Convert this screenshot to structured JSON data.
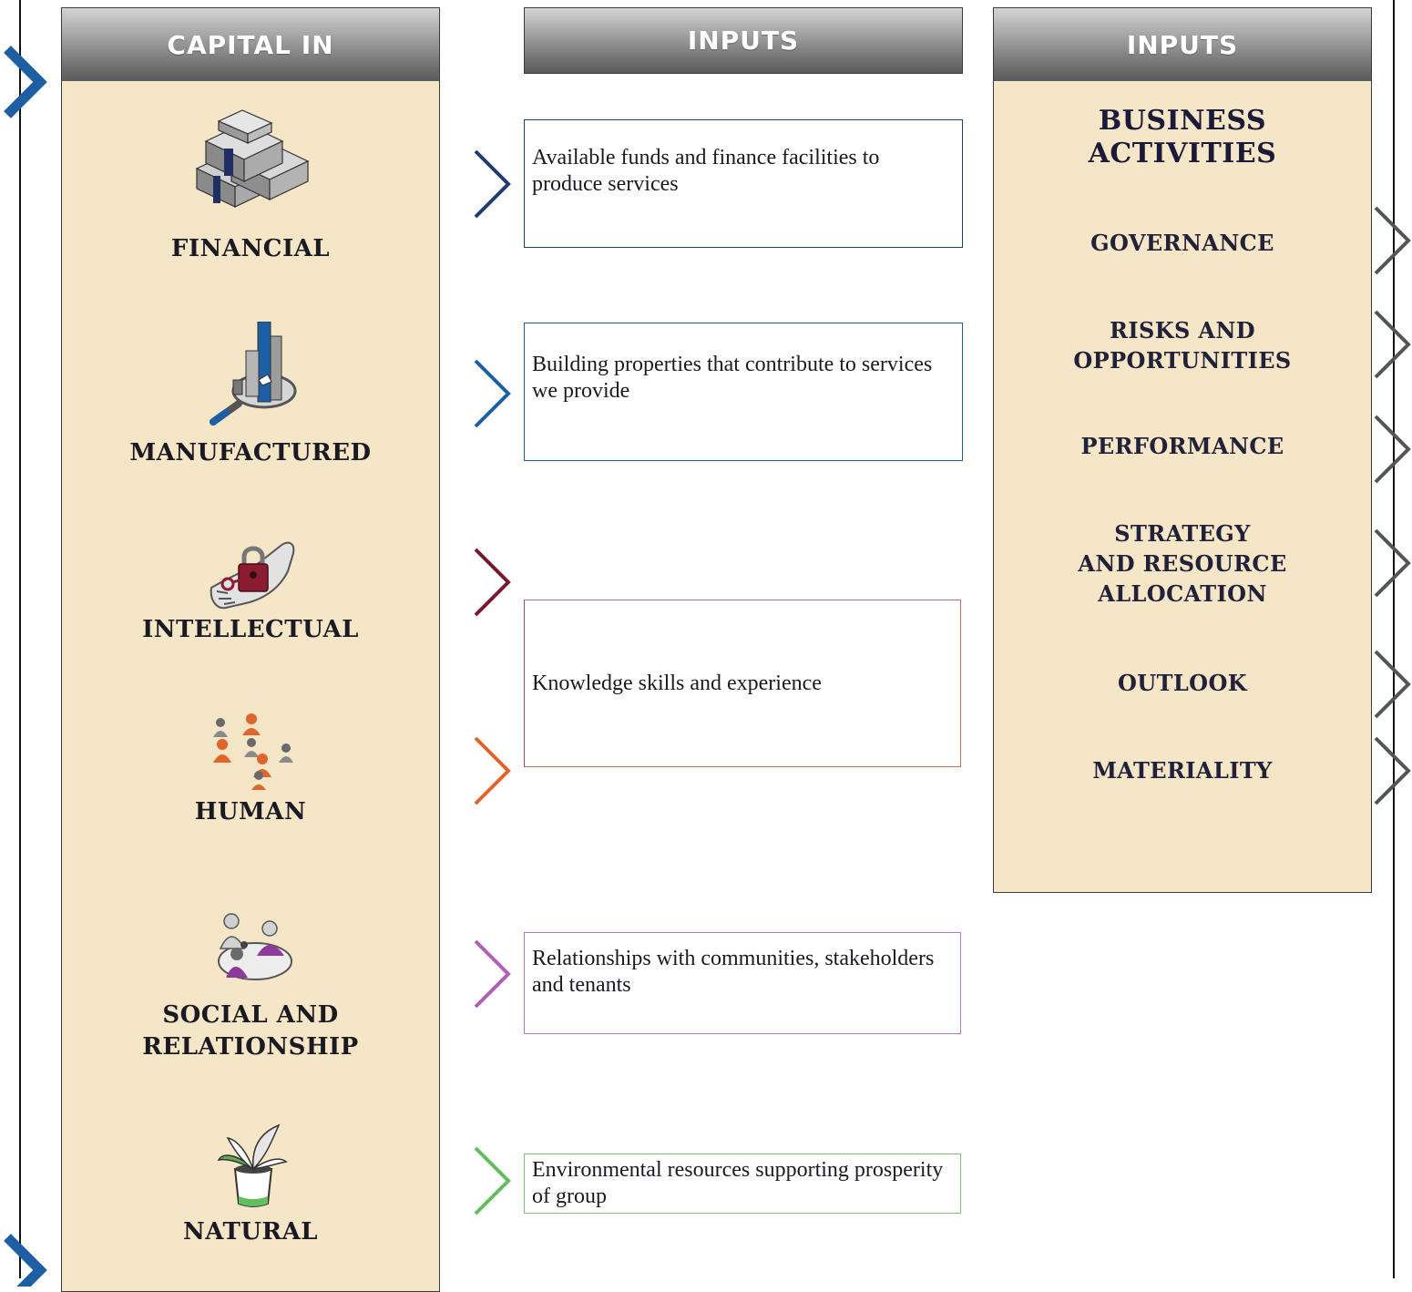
{
  "capital_column": {
    "header": "CAPITAL IN",
    "items": [
      {
        "label": "FINANCIAL",
        "icon": "money-stack-icon"
      },
      {
        "label": "MANUFACTURED",
        "icon": "building-magnifier-icon"
      },
      {
        "label": "INTELLECTUAL",
        "icon": "hand-padlock-icon"
      },
      {
        "label": "HUMAN",
        "icon": "people-group-icon"
      },
      {
        "label": "SOCIAL AND RELATIONSHIP",
        "label_lines": [
          "SOCIAL AND",
          "RELATIONSHIP"
        ],
        "icon": "people-meeting-icon"
      },
      {
        "label": "NATURAL",
        "icon": "potted-plant-icon"
      }
    ]
  },
  "inputs_column": {
    "header": "INPUTS",
    "boxes": [
      {
        "text": "Available funds and finance facilities to produce services",
        "border_color": "#1f3c6e",
        "chevron_color": "#1f3c6e"
      },
      {
        "text": "Building properties that contribute to services we provide",
        "border_color": "#1d5fa5",
        "chevron_color": "#1d5fa5"
      },
      {
        "text": "Knowledge skills and experience",
        "border_color": "#8a3a5a",
        "chevron_colors": [
          "#7a1830",
          "#e0652a"
        ]
      },
      {
        "text": "Relationships with communities, stakeholders and tenants",
        "border_color": "#b27bc0",
        "chevron_color": "#b160b8"
      },
      {
        "text": "Environmental resources supporting prosperity of group",
        "border_color": "#7cc47a",
        "chevron_color": "#62be5e"
      }
    ]
  },
  "activities_column": {
    "header": "INPUTS",
    "title_lines": [
      "BUSINESS",
      "ACTIVITIES"
    ],
    "items": [
      {
        "label": "GOVERNANCE"
      },
      {
        "label": "RISKS AND OPPORTUNITIES",
        "label_lines": [
          "RISKS AND",
          "OPPORTUNITIES"
        ]
      },
      {
        "label": "PERFORMANCE"
      },
      {
        "label": "STRATEGY AND RESOURCE ALLOCATION",
        "label_lines": [
          "STRATEGY",
          "AND RESOURCE",
          "ALLOCATION"
        ]
      },
      {
        "label": "OUTLOOK"
      },
      {
        "label": "MATERIALITY"
      }
    ]
  },
  "colors": {
    "panel_bg": "#f5e6c8",
    "flow_chevron": "#1d5fa5",
    "activity_chevron": "#555555"
  }
}
